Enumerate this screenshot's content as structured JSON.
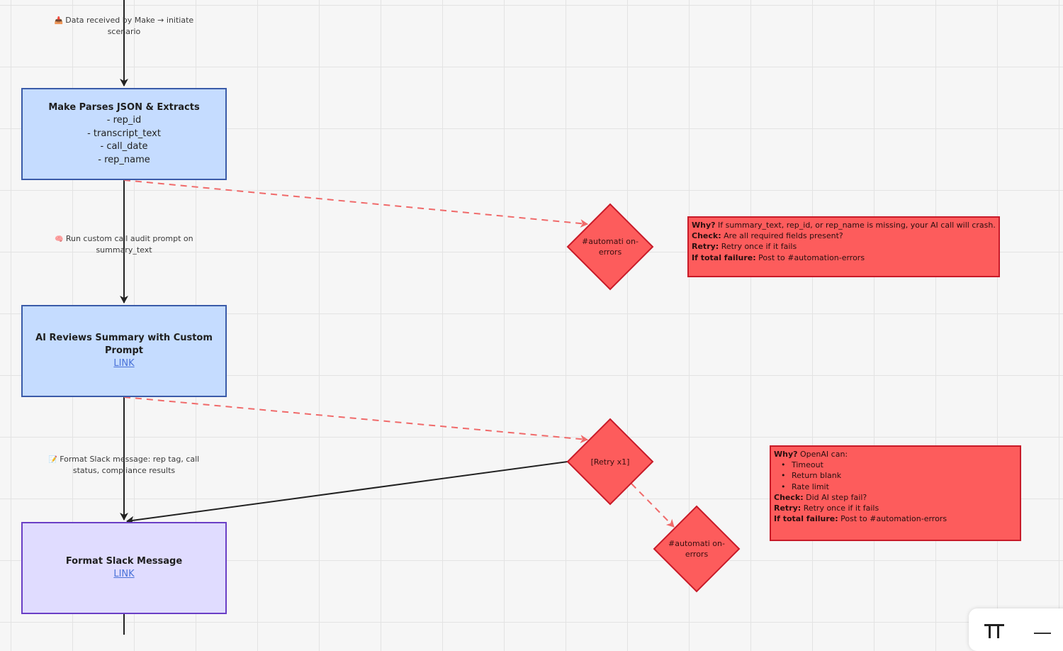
{
  "edges": {
    "data_received": {
      "emoji": "📥",
      "text": "Data received by Make → initiate scenario"
    },
    "run_prompt": {
      "emoji": "🧠",
      "text": "Run custom call audit prompt on summary_text"
    },
    "format_slack": {
      "emoji": "📝",
      "text": "Format Slack message: rep tag, call status, compliance results"
    }
  },
  "nodes": {
    "parse": {
      "title": "Make Parses JSON & Extracts",
      "items": [
        "- rep_id",
        "- transcript_text",
        "- call_date",
        "- rep_name"
      ]
    },
    "ai_review": {
      "title": "AI Reviews Summary with Custom Prompt",
      "link": "LINK"
    },
    "format_slack": {
      "title": "Format Slack Message",
      "link": "LINK"
    }
  },
  "decisions": {
    "errors_1": "#automati on-errors",
    "retry": "[Retry x1]",
    "errors_2": "#automati on-errors"
  },
  "notes": {
    "note_1": {
      "why_label": "Why?",
      "why_text": "If summary_text, rep_id, or rep_name is missing, your AI call will crash.",
      "check_label": "Check:",
      "check_text": "Are all required fields present?",
      "retry_label": "Retry:",
      "retry_text": "Retry once if it fails",
      "failure_label": "If total failure:",
      "failure_text": "Post to #automation-errors"
    },
    "note_2": {
      "why_label": "Why?",
      "why_text": "OpenAI can:",
      "bullets": [
        "Timeout",
        "Return blank",
        "Rate limit"
      ],
      "check_label": "Check:",
      "check_text": "Did AI step fail?",
      "retry_label": "Retry:",
      "retry_text": "Retry once if it fails",
      "failure_label": "If total failure:",
      "failure_text": "Post to #automation-errors"
    }
  },
  "colors": {
    "node_blue_fill": "#c5dcff",
    "node_blue_border": "#3a5ba9",
    "node_purple_fill": "#e0dcff",
    "node_purple_border": "#6a3fc6",
    "error_fill": "#fd5c5c",
    "error_border": "#c81a28",
    "dashed_connector": "#f06a6a",
    "solid_connector": "#222222",
    "link": "#4a72d8"
  },
  "icons": {
    "toolbar": "grid-layout-icon"
  }
}
